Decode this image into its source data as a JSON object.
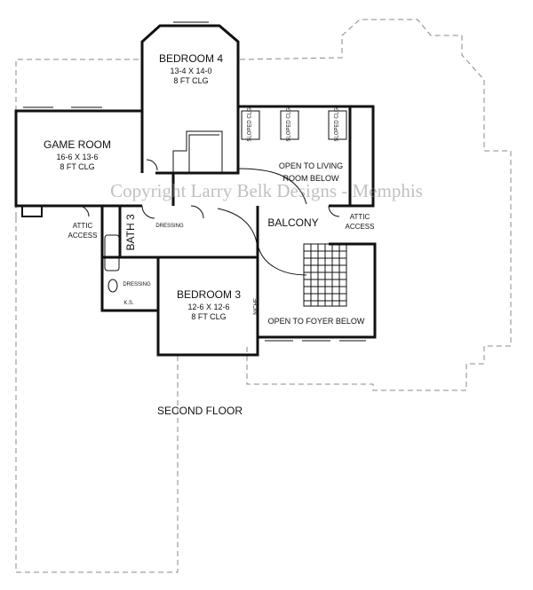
{
  "plan": {
    "title": "SECOND FLOOR",
    "watermark": "Copyright Larry Belk Designs - Memphis",
    "rooms": {
      "bedroom4": {
        "name": "BEDROOM 4",
        "dims": "13-4 X 14-0",
        "ceiling": "8 FT CLG"
      },
      "game_room": {
        "name": "GAME ROOM",
        "dims": "16-6 X 13-6",
        "ceiling": "8 FT CLG"
      },
      "bedroom3": {
        "name": "BEDROOM 3",
        "dims": "12-6 X 12-6",
        "ceiling": "8 FT CLG"
      },
      "bath3": {
        "name": "BATH 3"
      },
      "balcony": {
        "name": "BALCONY"
      }
    },
    "labels": {
      "open_living_1": "OPEN TO LIVING",
      "open_living_2": "ROOM BELOW",
      "open_foyer": "OPEN TO FOYER BELOW",
      "attic_left_1": "ATTIC",
      "attic_left_2": "ACCESS",
      "attic_right_1": "ATTIC",
      "attic_right_2": "ACCESS",
      "dressing_upper": "DRESSING",
      "dressing_lower": "DRESSING",
      "ks": "K.S.",
      "niche": "NICHE",
      "sloped_clg": "SLOPED CLG"
    }
  },
  "colors": {
    "wall": "#111111",
    "outline": "#888888",
    "watermark": "#8c8c8c"
  }
}
